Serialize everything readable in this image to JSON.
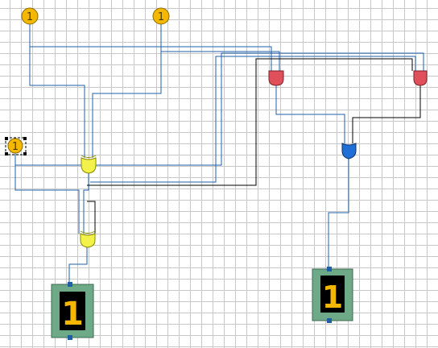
{
  "inputs": [
    {
      "id": "input-a",
      "value": "1"
    },
    {
      "id": "input-b",
      "value": "1"
    },
    {
      "id": "input-c",
      "value": "1",
      "selected": true
    }
  ],
  "gates": [
    {
      "id": "xor-gate-1",
      "type": "XOR"
    },
    {
      "id": "xor-gate-2",
      "type": "XOR"
    },
    {
      "id": "and-gate-1",
      "type": "AND"
    },
    {
      "id": "and-gate-2",
      "type": "AND"
    },
    {
      "id": "or-gate-1",
      "type": "OR"
    }
  ],
  "outputs": [
    {
      "id": "display-sum",
      "value": "1"
    },
    {
      "id": "display-carry",
      "value": "1"
    }
  ],
  "colors": {
    "input_fill": "#f5b800",
    "xor_fill": "#f2f24a",
    "and_fill": "#e0505a",
    "or_fill": "#1f6fd6",
    "display_body": "#6faa88",
    "display_digit": "#f5b800",
    "wire_blue": "#1f5fa8",
    "wire_black": "#000000",
    "grid": "#c8c8c8"
  }
}
